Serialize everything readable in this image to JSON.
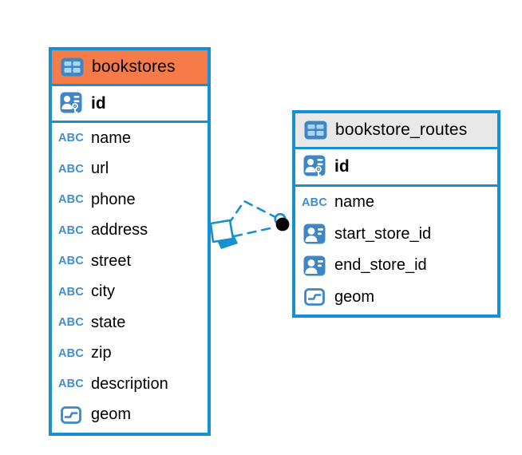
{
  "diagram": {
    "type": "entity-relationship",
    "colors": {
      "accent": "#1590d0",
      "icon-blue": "#3e86c6",
      "icon-light": "#a8d6f2",
      "abc-blue": "#3f8ecf",
      "orange-header": "#f57c48",
      "gray-header": "#e8e8e8",
      "text": "#000000",
      "background": "#ffffff",
      "marker-black": "#000000"
    },
    "tables": [
      {
        "name": "bookstores",
        "header_color": "#f57c48",
        "icon": "table-icon",
        "primary_key": {
          "label": "id",
          "icon": "primary-key-icon"
        },
        "columns": [
          {
            "label": "name",
            "icon": "text-column-icon"
          },
          {
            "label": "url",
            "icon": "text-column-icon"
          },
          {
            "label": "phone",
            "icon": "text-column-icon"
          },
          {
            "label": "address",
            "icon": "text-column-icon"
          },
          {
            "label": "street",
            "icon": "text-column-icon"
          },
          {
            "label": "city",
            "icon": "text-column-icon"
          },
          {
            "label": "state",
            "icon": "text-column-icon"
          },
          {
            "label": "zip",
            "icon": "text-column-icon"
          },
          {
            "label": "description",
            "icon": "text-column-icon"
          },
          {
            "label": "geom",
            "icon": "geometry-column-icon"
          }
        ]
      },
      {
        "name": "bookstore_routes",
        "header_color": "#e8e8e8",
        "icon": "table-icon",
        "primary_key": {
          "label": "id",
          "icon": "primary-key-icon"
        },
        "columns": [
          {
            "label": "name",
            "icon": "text-column-icon"
          },
          {
            "label": "start_store_id",
            "icon": "foreign-key-icon"
          },
          {
            "label": "end_store_id",
            "icon": "foreign-key-icon"
          },
          {
            "label": "geom",
            "icon": "geometry-column-icon"
          }
        ]
      }
    ],
    "relationship": {
      "from_table": "bookstore_routes",
      "to_table": "bookstores",
      "line_style": "dashed",
      "line_count": 2,
      "source_marker": "filled-dot",
      "target_marker": "diamond"
    }
  },
  "icons": {
    "abc_text": "ABC"
  }
}
